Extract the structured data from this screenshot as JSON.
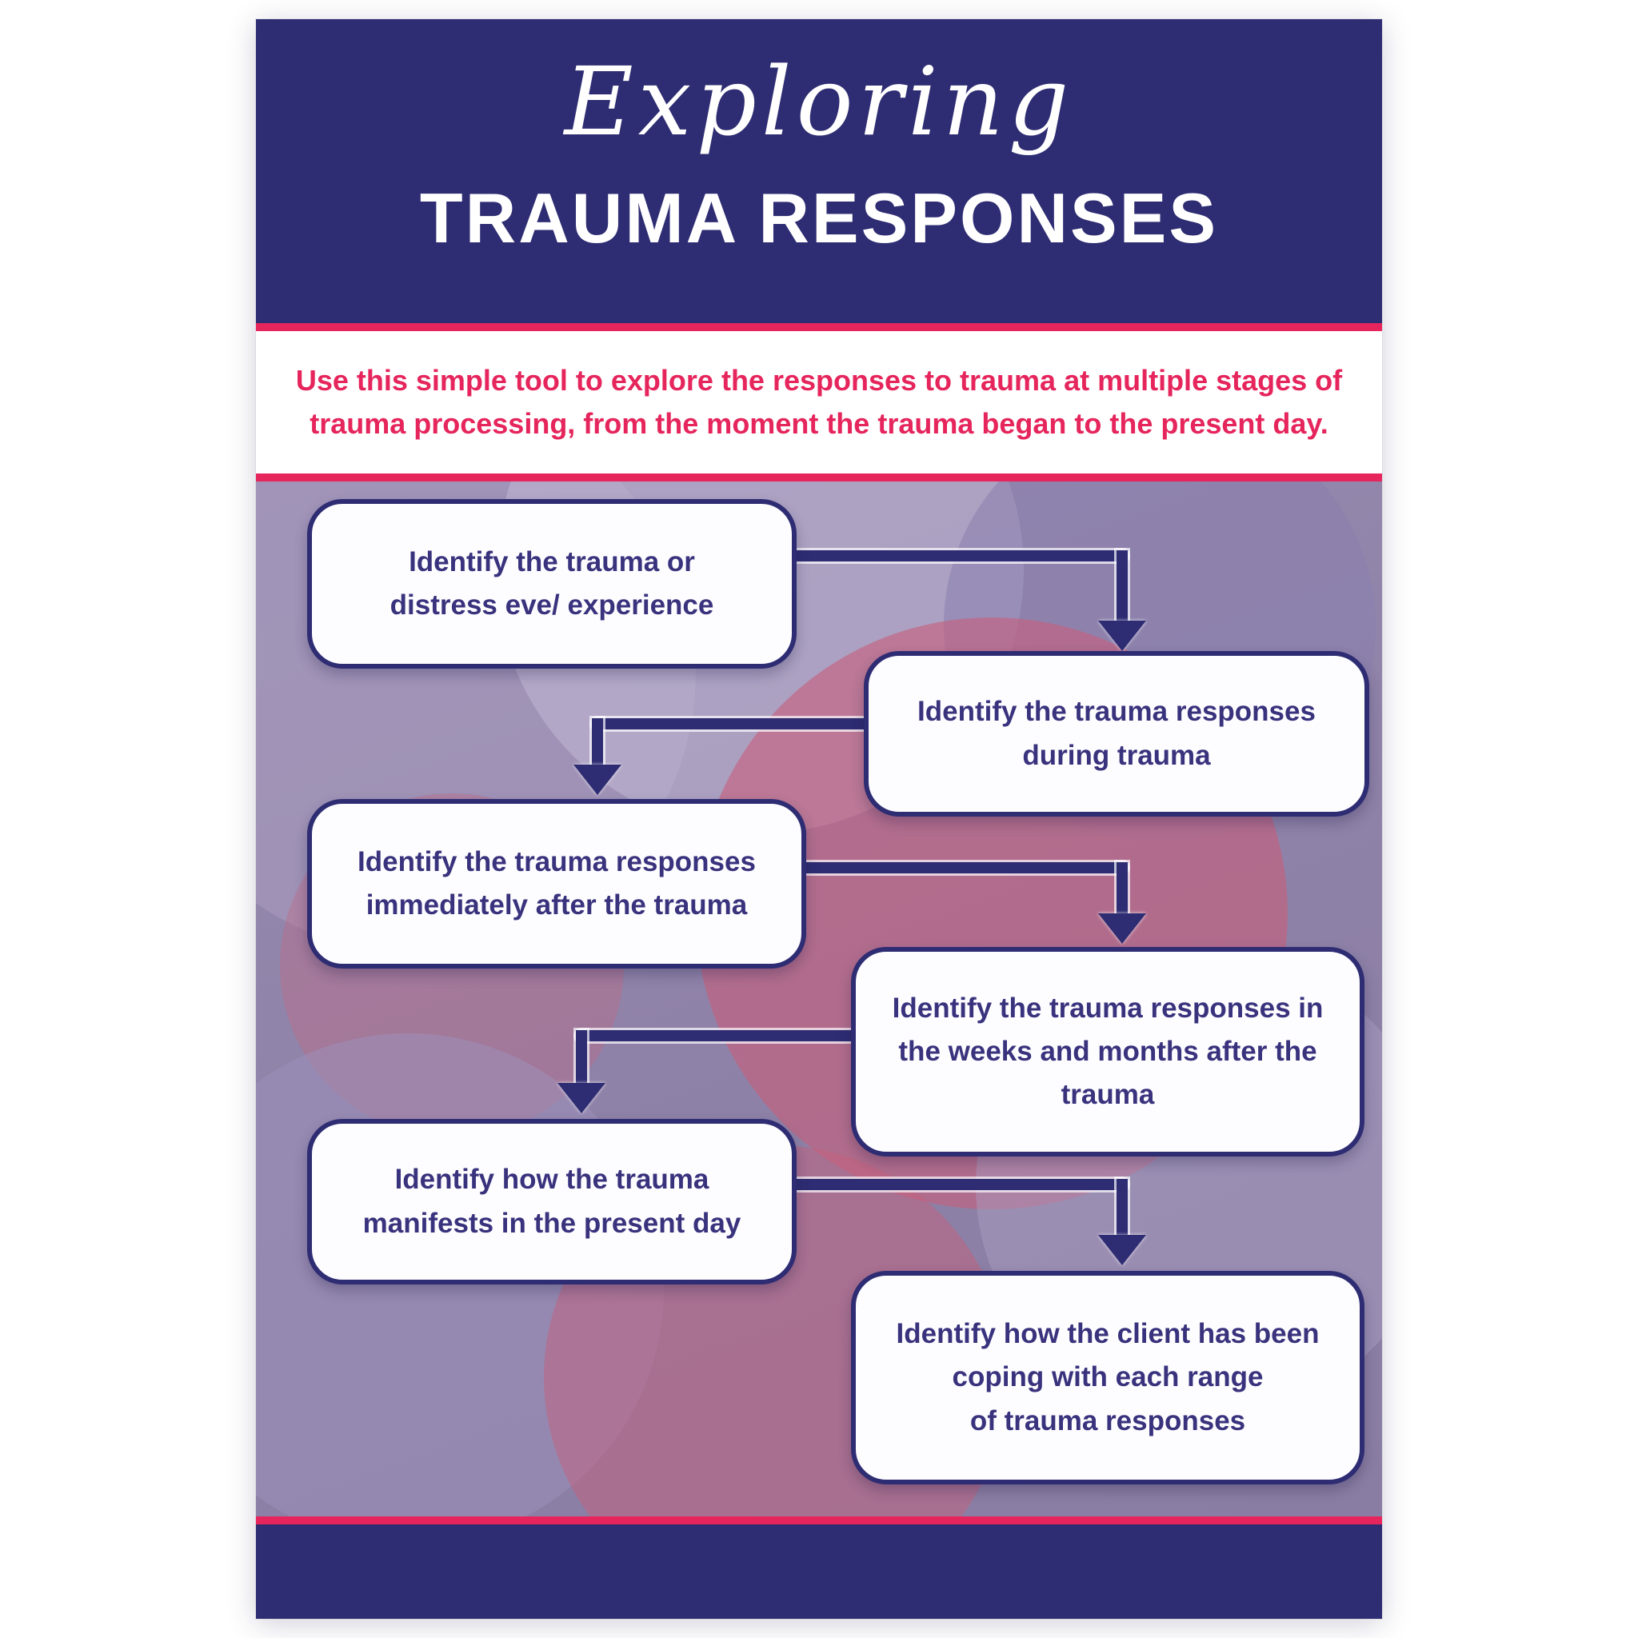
{
  "theme": {
    "navy": "#2e2c72",
    "pink": "#e5255c",
    "bodyPurple": "#9186ac",
    "boxText": "#39327d"
  },
  "poster": {
    "header": {
      "script_word": "Exploring",
      "title": "TRAUMA RESPONSES"
    },
    "intro": "Use this simple tool to explore the responses to trauma at multiple stages of\ntrauma processing, from the moment the trauma began to the present day.",
    "flow": {
      "nodes": [
        {
          "text": "Identify the trauma or\ndistress eve/ experience"
        },
        {
          "text": "Identify the trauma responses\nduring trauma"
        },
        {
          "text": "Identify the trauma responses\nimmediately after the trauma"
        },
        {
          "text": "Identify the trauma responses in\nthe weeks and months after the\ntrauma"
        },
        {
          "text": "Identify how the trauma\nmanifests in the present day"
        },
        {
          "text": "Identify how the client has been\ncoping with each range\nof trauma responses"
        }
      ]
    }
  }
}
